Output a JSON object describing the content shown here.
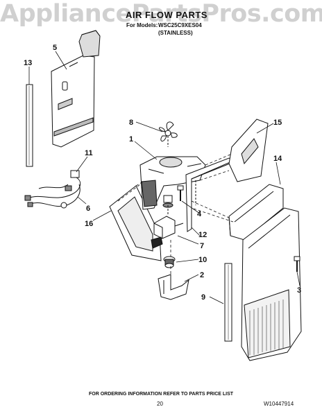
{
  "watermark": "AppliancePartsPros.com",
  "header": {
    "title": "AIR FLOW PARTS",
    "model_prefix": "For Models:",
    "model_number": "WSC25C9XES04",
    "finish": "(STAINLESS)"
  },
  "callouts": [
    "1",
    "2",
    "3",
    "4",
    "5",
    "6",
    "7",
    "8",
    "9",
    "10",
    "11",
    "12",
    "13",
    "14",
    "15",
    "16"
  ],
  "footer": {
    "ordering_note": "FOR ORDERING INFORMATION REFER TO PARTS PRICE LIST",
    "page_number": "20",
    "document_number": "W10447914"
  }
}
